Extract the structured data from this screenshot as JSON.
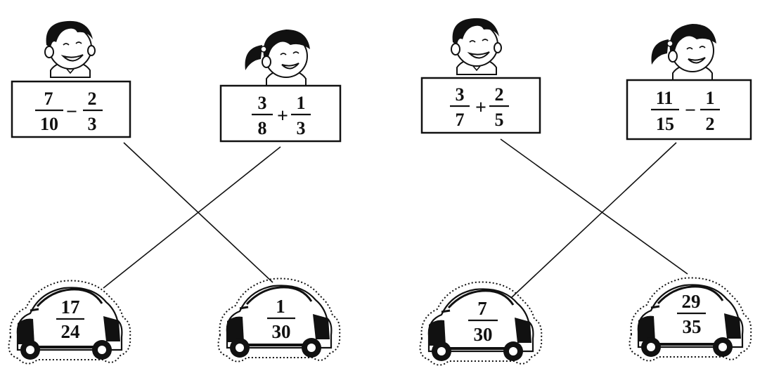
{
  "problems": [
    {
      "a_num": "7",
      "a_den": "10",
      "op": "−",
      "b_num": "2",
      "b_den": "3",
      "character": "boy"
    },
    {
      "a_num": "3",
      "a_den": "8",
      "op": "+",
      "b_num": "1",
      "b_den": "3",
      "character": "girl"
    },
    {
      "a_num": "3",
      "a_den": "7",
      "op": "+",
      "b_num": "2",
      "b_den": "5",
      "character": "boy"
    },
    {
      "a_num": "11",
      "a_den": "15",
      "op": "−",
      "b_num": "1",
      "b_den": "2",
      "character": "girl"
    }
  ],
  "cars": [
    {
      "num": "17",
      "den": "24"
    },
    {
      "num": "1",
      "den": "30"
    },
    {
      "num": "7",
      "den": "30"
    },
    {
      "num": "29",
      "den": "35"
    }
  ],
  "matches": [
    {
      "problem": 0,
      "car": 1
    },
    {
      "problem": 1,
      "car": 0
    },
    {
      "problem": 2,
      "car": 3
    },
    {
      "problem": 3,
      "car": 2
    }
  ]
}
